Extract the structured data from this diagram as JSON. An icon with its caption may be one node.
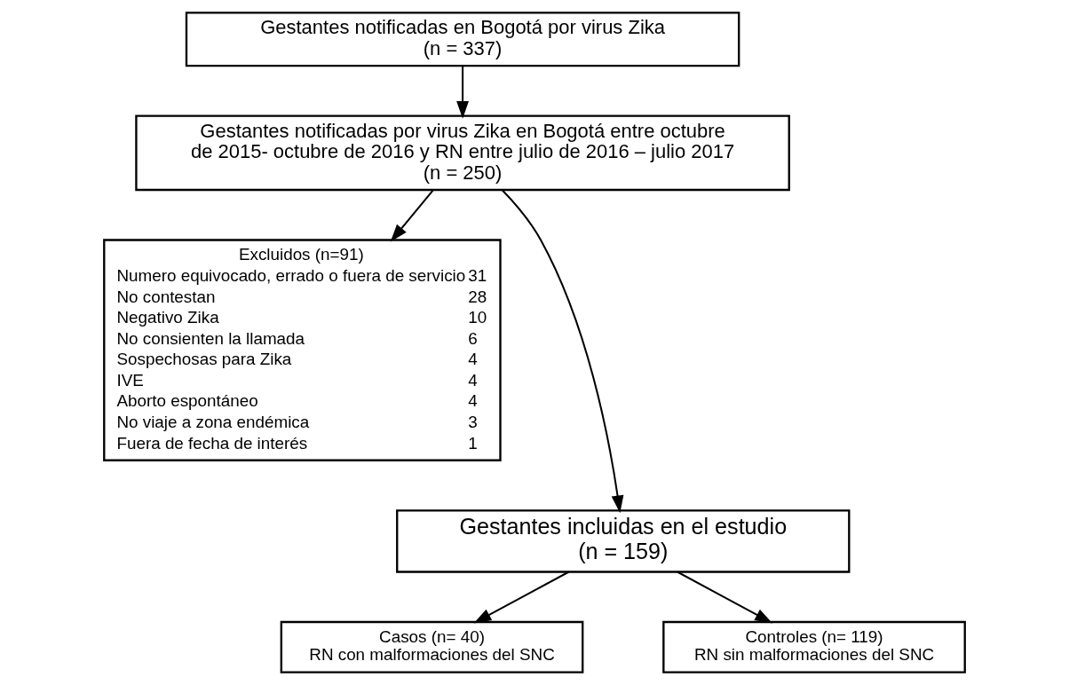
{
  "diagram": {
    "nodes": [
      {
        "text": [
          "Gestantes notificadas en Bogotá por virus Zika",
          "(n = 337)"
        ]
      },
      {
        "text": [
          "Gestantes notificadas por virus Zika en Bogotá entre octubre de 2015- octubre de 2016 y RN entre julio de 2016 – julio 2017",
          "(n = 250)"
        ]
      },
      {
        "text": [
          "Excluidos (n=91)",
          "Numero equivocado, errado o fuera de servicio",
          "31",
          "No contestan",
          "28",
          "Negativo Zika",
          "10",
          "No consienten la llamada",
          "6",
          "Sospechosas para Zika",
          "4",
          "IVE",
          "4",
          "Aborto espontáneo",
          "4",
          "No viaje a zona endémica",
          "3",
          "Fuera de fecha de interés",
          "1"
        ]
      },
      {
        "text": [
          "Gestantes incluidas en el estudio",
          "(n = 159)"
        ]
      },
      {
        "text": [
          "Casos (n= 40)",
          "RN con malformaciones del SNC"
        ]
      },
      {
        "text": [
          "Controles (n= 119)",
          "RN sin malformaciones del SNC"
        ]
      }
    ],
    "edges": [
      {
        "from": 0,
        "to": 1,
        "arrow": "to"
      },
      {
        "from": 1,
        "to": 2,
        "arrow": "to"
      },
      {
        "from": 1,
        "to": 3,
        "arrow": "to"
      },
      {
        "from": 3,
        "to": 4,
        "arrow": "to"
      },
      {
        "from": 3,
        "to": 5,
        "arrow": "to"
      }
    ]
  }
}
